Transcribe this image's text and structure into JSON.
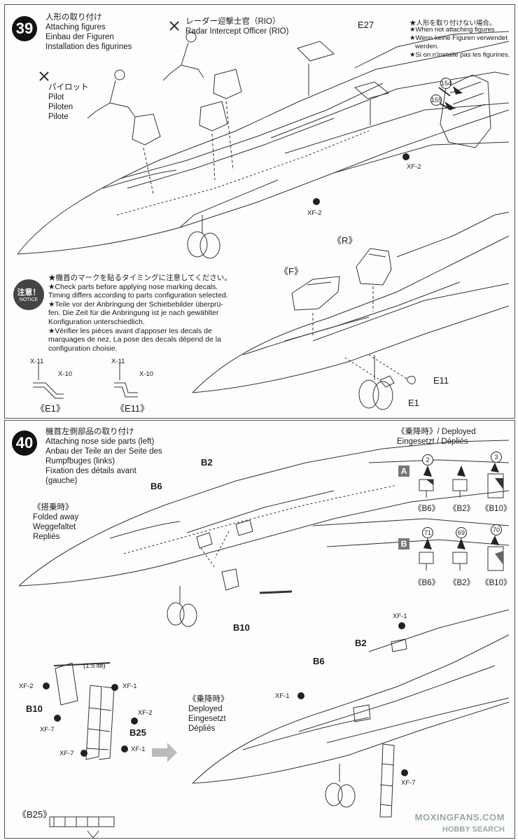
{
  "step39": {
    "number": "39",
    "title_jp": "人形の取り付け",
    "title_en": "Attaching figures",
    "title_de": "Einbau der Figuren",
    "title_fr": "Installation des figurines",
    "rio_jp": "レーダー迎撃士官（RIO）",
    "rio_en": "Radar Intercept Officer (RIO)",
    "pilot_jp": "パイロット",
    "pilot_en": "Pilot",
    "pilot_de": "Piloten",
    "pilot_fr": "Pilote",
    "no_fig_1": "★人形を取り付けない場合。",
    "no_fig_2": "★When not attaching figures",
    "no_fig_3": "★Wenn keine Figuren verwendet",
    "no_fig_4": "werden.",
    "no_fig_5": "★Si on n'installe pas les figurines.",
    "part_e27": "E27",
    "paint_xf2_a": "XF-2",
    "paint_xf2_b": "XF-2",
    "circ_154": "154",
    "circ_155": "155",
    "f_label": "《F》",
    "r_label": "《R》",
    "part_e11": "E11",
    "part_e1": "E1",
    "notice_badge_jp": "注意！",
    "notice_badge_en": "NOTICE",
    "notice_1": "★機首のマークを貼るタイミングに注意してください。",
    "notice_2": "★Check parts before applying nose marking decals.",
    "notice_3": "Timing differs according to parts configuration selected.",
    "notice_4": "★Teile vor der Anbringung der Schiebebilder überprü-",
    "notice_5": "fen. Die Zeit für die Anbringung ist je nach gewählter",
    "notice_6": "Konfiguration unterschiedlich.",
    "notice_7": "★Vérifier les pièces avant d'apposer les decals de",
    "notice_8": "marquages de nez. La pose des decals dépend de la",
    "notice_9": "configuration choisie.",
    "x11_a": "X-11",
    "x10_a": "X-10",
    "e1_caption": "《E1》",
    "x11_b": "X-11",
    "x10_b": "X-10",
    "e11_caption": "《E11》"
  },
  "step40": {
    "number": "40",
    "title_jp": "機首左側部品の取り付け",
    "title_en": "Attaching nose side parts (left)",
    "title_de_1": "Anbau der Teile an der Seite des",
    "title_de_2": "Rumpfbuges (links)",
    "title_fr_1": "Fixation des détails avant",
    "title_fr_2": "(gauche)",
    "folded_jp": "《搭乗時》",
    "folded_en": "Folded away",
    "folded_de": "Weggefaltet",
    "folded_fr": "Repliés",
    "part_b2_a": "B2",
    "part_b6_a": "B6",
    "part_b10_a": "B10",
    "deployed_head_1": "《乗降時》/ Deployed",
    "deployed_head_2": "Eingesetzt / Dépliés",
    "row_a": "A",
    "row_b": "B",
    "decal_a1": "2",
    "decal_a2": "3",
    "decal_b1": "71",
    "decal_b2": "69",
    "decal_b3": "70",
    "cap_a_b6": "《B6》",
    "cap_a_b2": "《B2》",
    "cap_a_b10": "《B10》",
    "cap_b_b6": "《B6》",
    "cap_b_b2": "《B2》",
    "cap_b_b10": "《B10》",
    "rod_len": "(1.5 ㎜)",
    "xf2_a": "XF-2",
    "xf1_a": "XF-1",
    "b10_label": "B10",
    "xf7_a": "XF-7",
    "xf2_b": "XF-2",
    "b25_label": "B25",
    "xf7_b": "XF-7",
    "xf1_b": "XF-1",
    "deployed_jp": "《乗降時》",
    "deployed_en": "Deployed",
    "deployed_de": "Eingesetzt",
    "deployed_fr": "Dépliés",
    "xf1_c": "XF-1",
    "b2_b": "B2",
    "b6_b": "B6",
    "xf1_d": "XF-1",
    "xf7_c": "XF-7",
    "b25_caption": "《B25》"
  },
  "watermark": {
    "line1": "MOXINGFANS.COM",
    "line2": "HOBBY SEARCH"
  }
}
